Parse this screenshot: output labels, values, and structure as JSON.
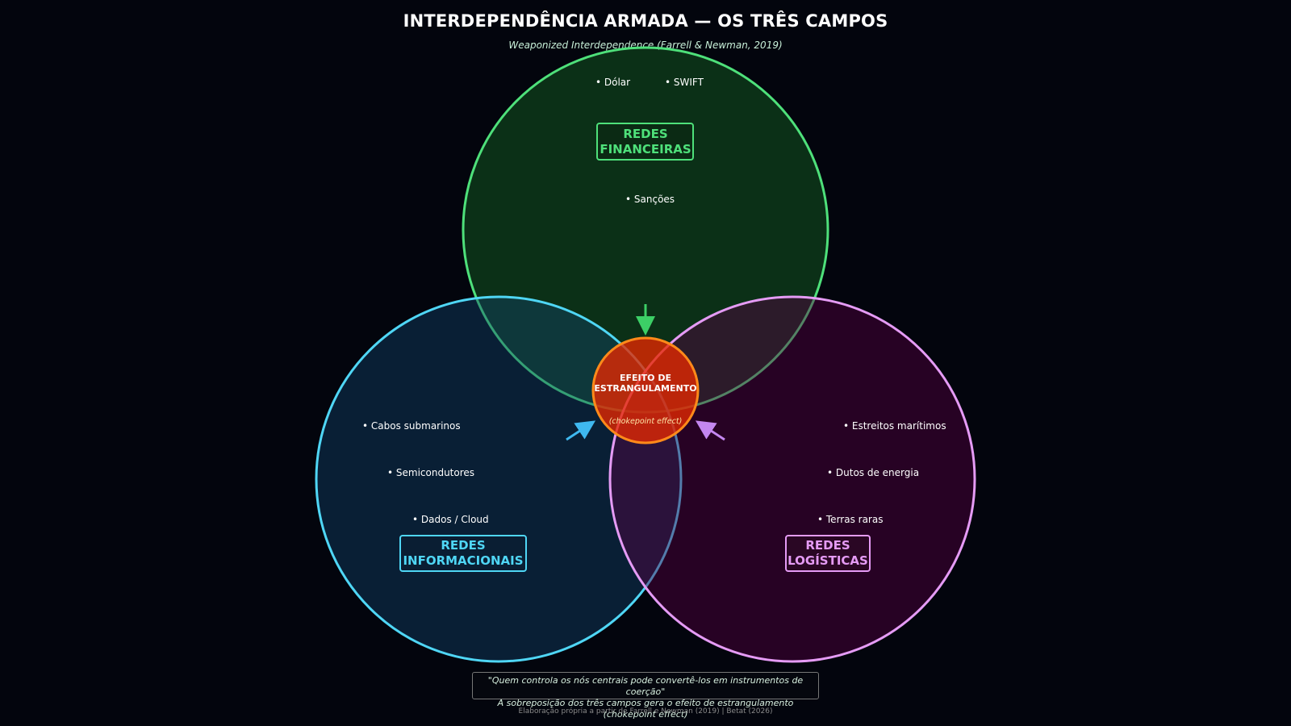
{
  "title": "INTERDEPENDÊNCIA ARMADA — OS TRÊS CAMPOS",
  "subtitle": "Weaponized Interdependence (Farrell & Newman, 2019)",
  "fields": {
    "financial": {
      "label_line1": "REDES",
      "label_line2": "FINANCEIRAS",
      "color": "#4ee07a",
      "items": [
        "• Dólar",
        "• SWIFT",
        "• Sanções"
      ]
    },
    "informational": {
      "label_line1": "REDES",
      "label_line2": "INFORMACIONAIS",
      "color": "#4fd6f5",
      "items": [
        "• Cabos submarinos",
        "• Semicondutores",
        "• Dados / Cloud"
      ]
    },
    "logistics": {
      "label_line1": "REDES",
      "label_line2": "LOGÍSTICAS",
      "color": "#e59bf5",
      "items": [
        "• Estreitos marítimos",
        "• Dutos de energia",
        "• Terras raras"
      ]
    }
  },
  "center": {
    "line1": "EFEITO DE",
    "line2": "ESTRANGULAMENTO",
    "sub": "(chokepoint effect)",
    "color": "#ff8a1a"
  },
  "quote": {
    "line1": "\"Quem controla os nós centrais pode convertê-los em instrumentos de coerção\"",
    "line2": "A sobreposição dos três campos gera o efeito de estrangulamento (chokepoint effect)"
  },
  "credit": "Elaboração própria a partir de Farrell e Newman (2019) | Betat (2026)"
}
